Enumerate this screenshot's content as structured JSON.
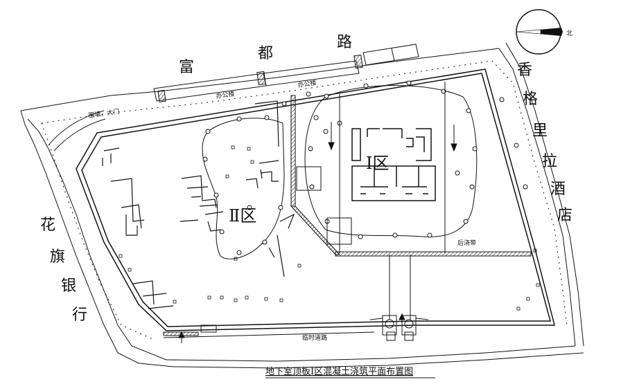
{
  "title": "地下室顶板Ⅰ区混凝土浇筑平面布置图",
  "compass_label": "北",
  "roads": {
    "top": [
      "富",
      "都",
      "路"
    ],
    "right": [
      "香",
      "格",
      "里",
      "拉",
      "酒",
      "店"
    ],
    "left": [
      "花",
      "旗",
      "银",
      "行"
    ]
  },
  "zones": {
    "zone1": "Ⅰ区",
    "zone2": "Ⅱ区"
  },
  "small_labels": {
    "office1": "办公楼",
    "office2": "办公楼",
    "gate_left": "围墙、大门",
    "post_pour": "后浇带",
    "road_bottom": "临时道路"
  },
  "colors": {
    "line": "#111111",
    "hatch": "#555555"
  }
}
